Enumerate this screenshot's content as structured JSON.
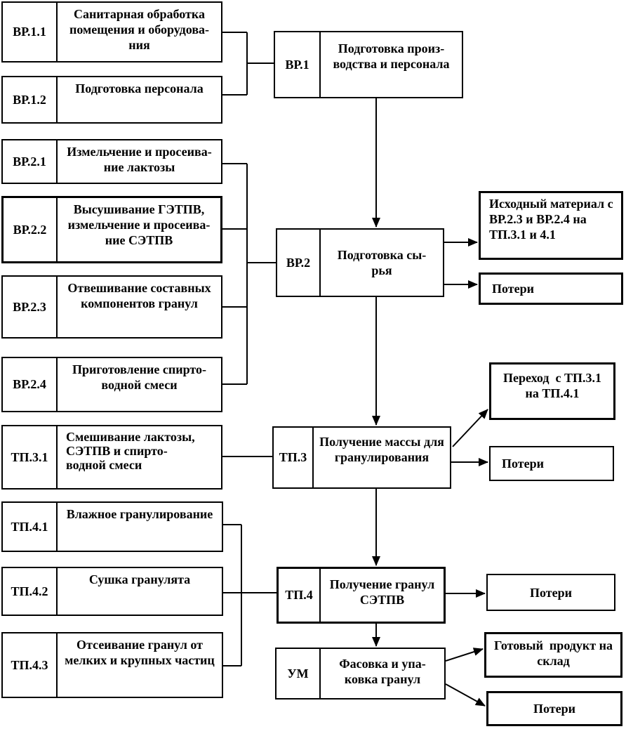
{
  "diagram_type": "process-flow-chart",
  "language": "ru",
  "colors": {
    "background": "#ffffff",
    "line": "#000000",
    "text": "#000000"
  },
  "boxes": {
    "bp11": {
      "code": "ВР.1.1",
      "lines": [
        "Санитарная обработка",
        "помещения и оборудова-",
        "ния"
      ]
    },
    "bp12": {
      "code": "ВР.1.2",
      "lines": [
        "Подготовка персонала"
      ]
    },
    "bp1": {
      "code": "ВР.1",
      "lines": [
        "Подготовка произ-",
        "водства и персонала"
      ]
    },
    "bp21": {
      "code": "ВР.2.1",
      "lines": [
        "Измельчение и просеива-",
        "ние лактозы"
      ]
    },
    "bp22": {
      "code": "ВР.2.2",
      "lines": [
        "Высушивание ГЭТПВ,",
        "измельчение и просеива-",
        "ние СЭТПВ"
      ]
    },
    "bp23": {
      "code": "ВР.2.3",
      "lines": [
        "Отвешивание составных",
        "компонентов гранул"
      ]
    },
    "bp24": {
      "code": "ВР.2.4",
      "lines": [
        "Приготовление спирто-",
        "водной смеси"
      ]
    },
    "bp2": {
      "code": "ВР.2",
      "lines": [
        "Подготовка сы-",
        "рья"
      ]
    },
    "tp31": {
      "code": "ТП.3.1",
      "lines": [
        "Смешивание лактозы,",
        "СЭТПВ и спирто-",
        "водной смеси"
      ]
    },
    "tp3": {
      "code": "ТП.3",
      "lines": [
        "Получение массы для",
        "гранулирования"
      ]
    },
    "tp41": {
      "code": "ТП.4.1",
      "lines": [
        "Влажное гранулирование"
      ]
    },
    "tp42": {
      "code": "ТП.4.2",
      "lines": [
        "Сушка гранулята"
      ]
    },
    "tp43": {
      "code": "ТП.4.3",
      "lines": [
        "Отсеивание гранул от",
        "мелких и крупных частиц"
      ]
    },
    "tp4": {
      "code": "ТП.4",
      "lines": [
        "Получение гранул",
        "СЭТПВ"
      ]
    },
    "um": {
      "code": "УМ",
      "lines": [
        "Фасовка и упа-",
        "ковка гранул"
      ]
    },
    "out_material": {
      "lines": [
        "Исходный материал с",
        "ВР.2.3 и ВР.2.4 на",
        "ТП.3.1 и 4.1"
      ]
    },
    "out_loss_bp2": {
      "lines": [
        "Потери"
      ]
    },
    "out_transfer": {
      "lines": [
        "Переход  с ТП.3.1",
        "на ТП.4.1"
      ]
    },
    "out_loss_tp3": {
      "lines": [
        "Потери"
      ]
    },
    "out_loss_tp4": {
      "lines": [
        "Потери"
      ]
    },
    "out_product": {
      "lines": [
        "Готовый  продукт на",
        "склад"
      ]
    },
    "out_loss_um": {
      "lines": [
        "Потери"
      ]
    }
  }
}
